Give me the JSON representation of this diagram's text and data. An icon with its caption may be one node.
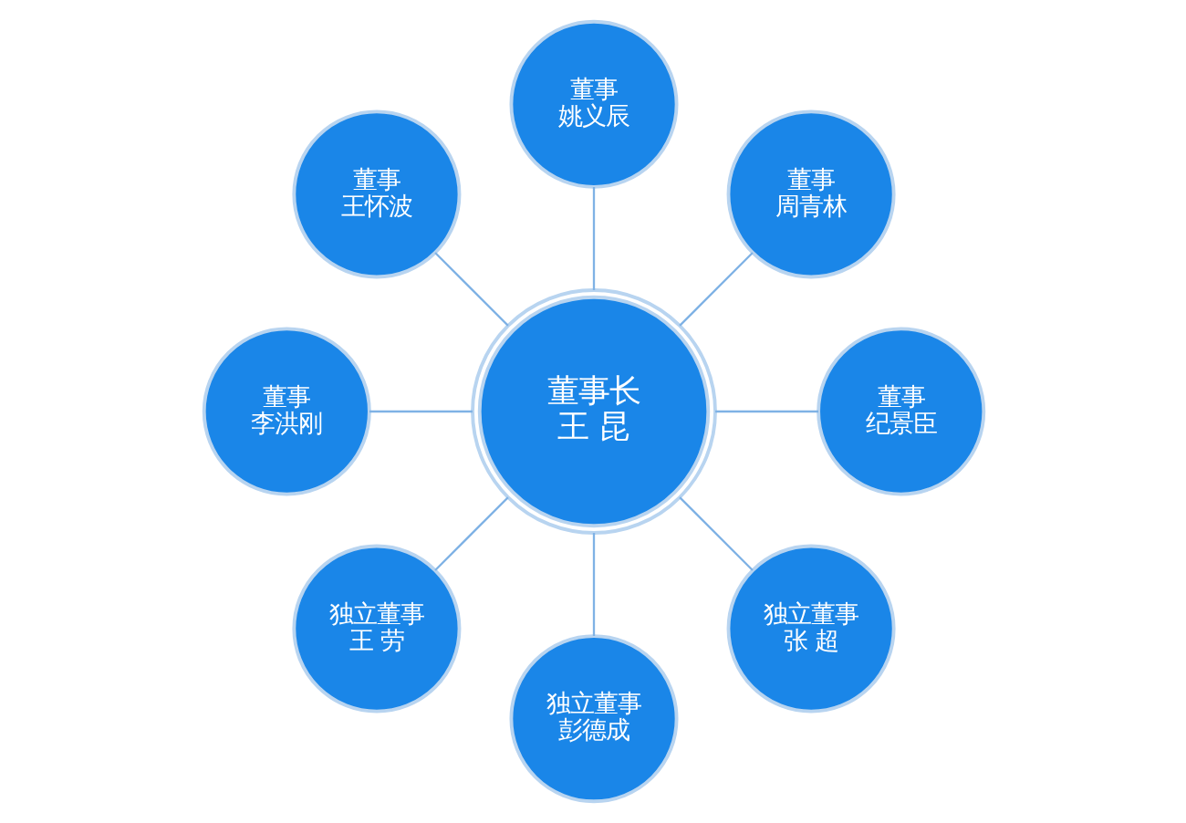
{
  "diagram": {
    "nodes": [
      {
        "text": [
          "董事长",
          "王 昆"
        ]
      },
      {
        "text": [
          "董事",
          "纪景臣"
        ]
      },
      {
        "text": [
          "董事",
          "周青林"
        ]
      },
      {
        "text": [
          "董事",
          "姚义辰"
        ]
      },
      {
        "text": [
          "董事",
          "王怀波"
        ]
      },
      {
        "text": [
          "董事",
          "李洪刚"
        ]
      },
      {
        "text": [
          "独立董事",
          "王 劳"
        ]
      },
      {
        "text": [
          "独立董事",
          "彭德成"
        ]
      },
      {
        "text": [
          "独立董事",
          "张 超"
        ]
      }
    ],
    "edges": [
      {
        "from": 0,
        "to": 1,
        "arrow": "none"
      },
      {
        "from": 0,
        "to": 2,
        "arrow": "none"
      },
      {
        "from": 0,
        "to": 3,
        "arrow": "none"
      },
      {
        "from": 0,
        "to": 4,
        "arrow": "none"
      },
      {
        "from": 0,
        "to": 5,
        "arrow": "none"
      },
      {
        "from": 0,
        "to": 6,
        "arrow": "none"
      },
      {
        "from": 0,
        "to": 7,
        "arrow": "none"
      },
      {
        "from": 0,
        "to": 8,
        "arrow": "none"
      }
    ]
  }
}
